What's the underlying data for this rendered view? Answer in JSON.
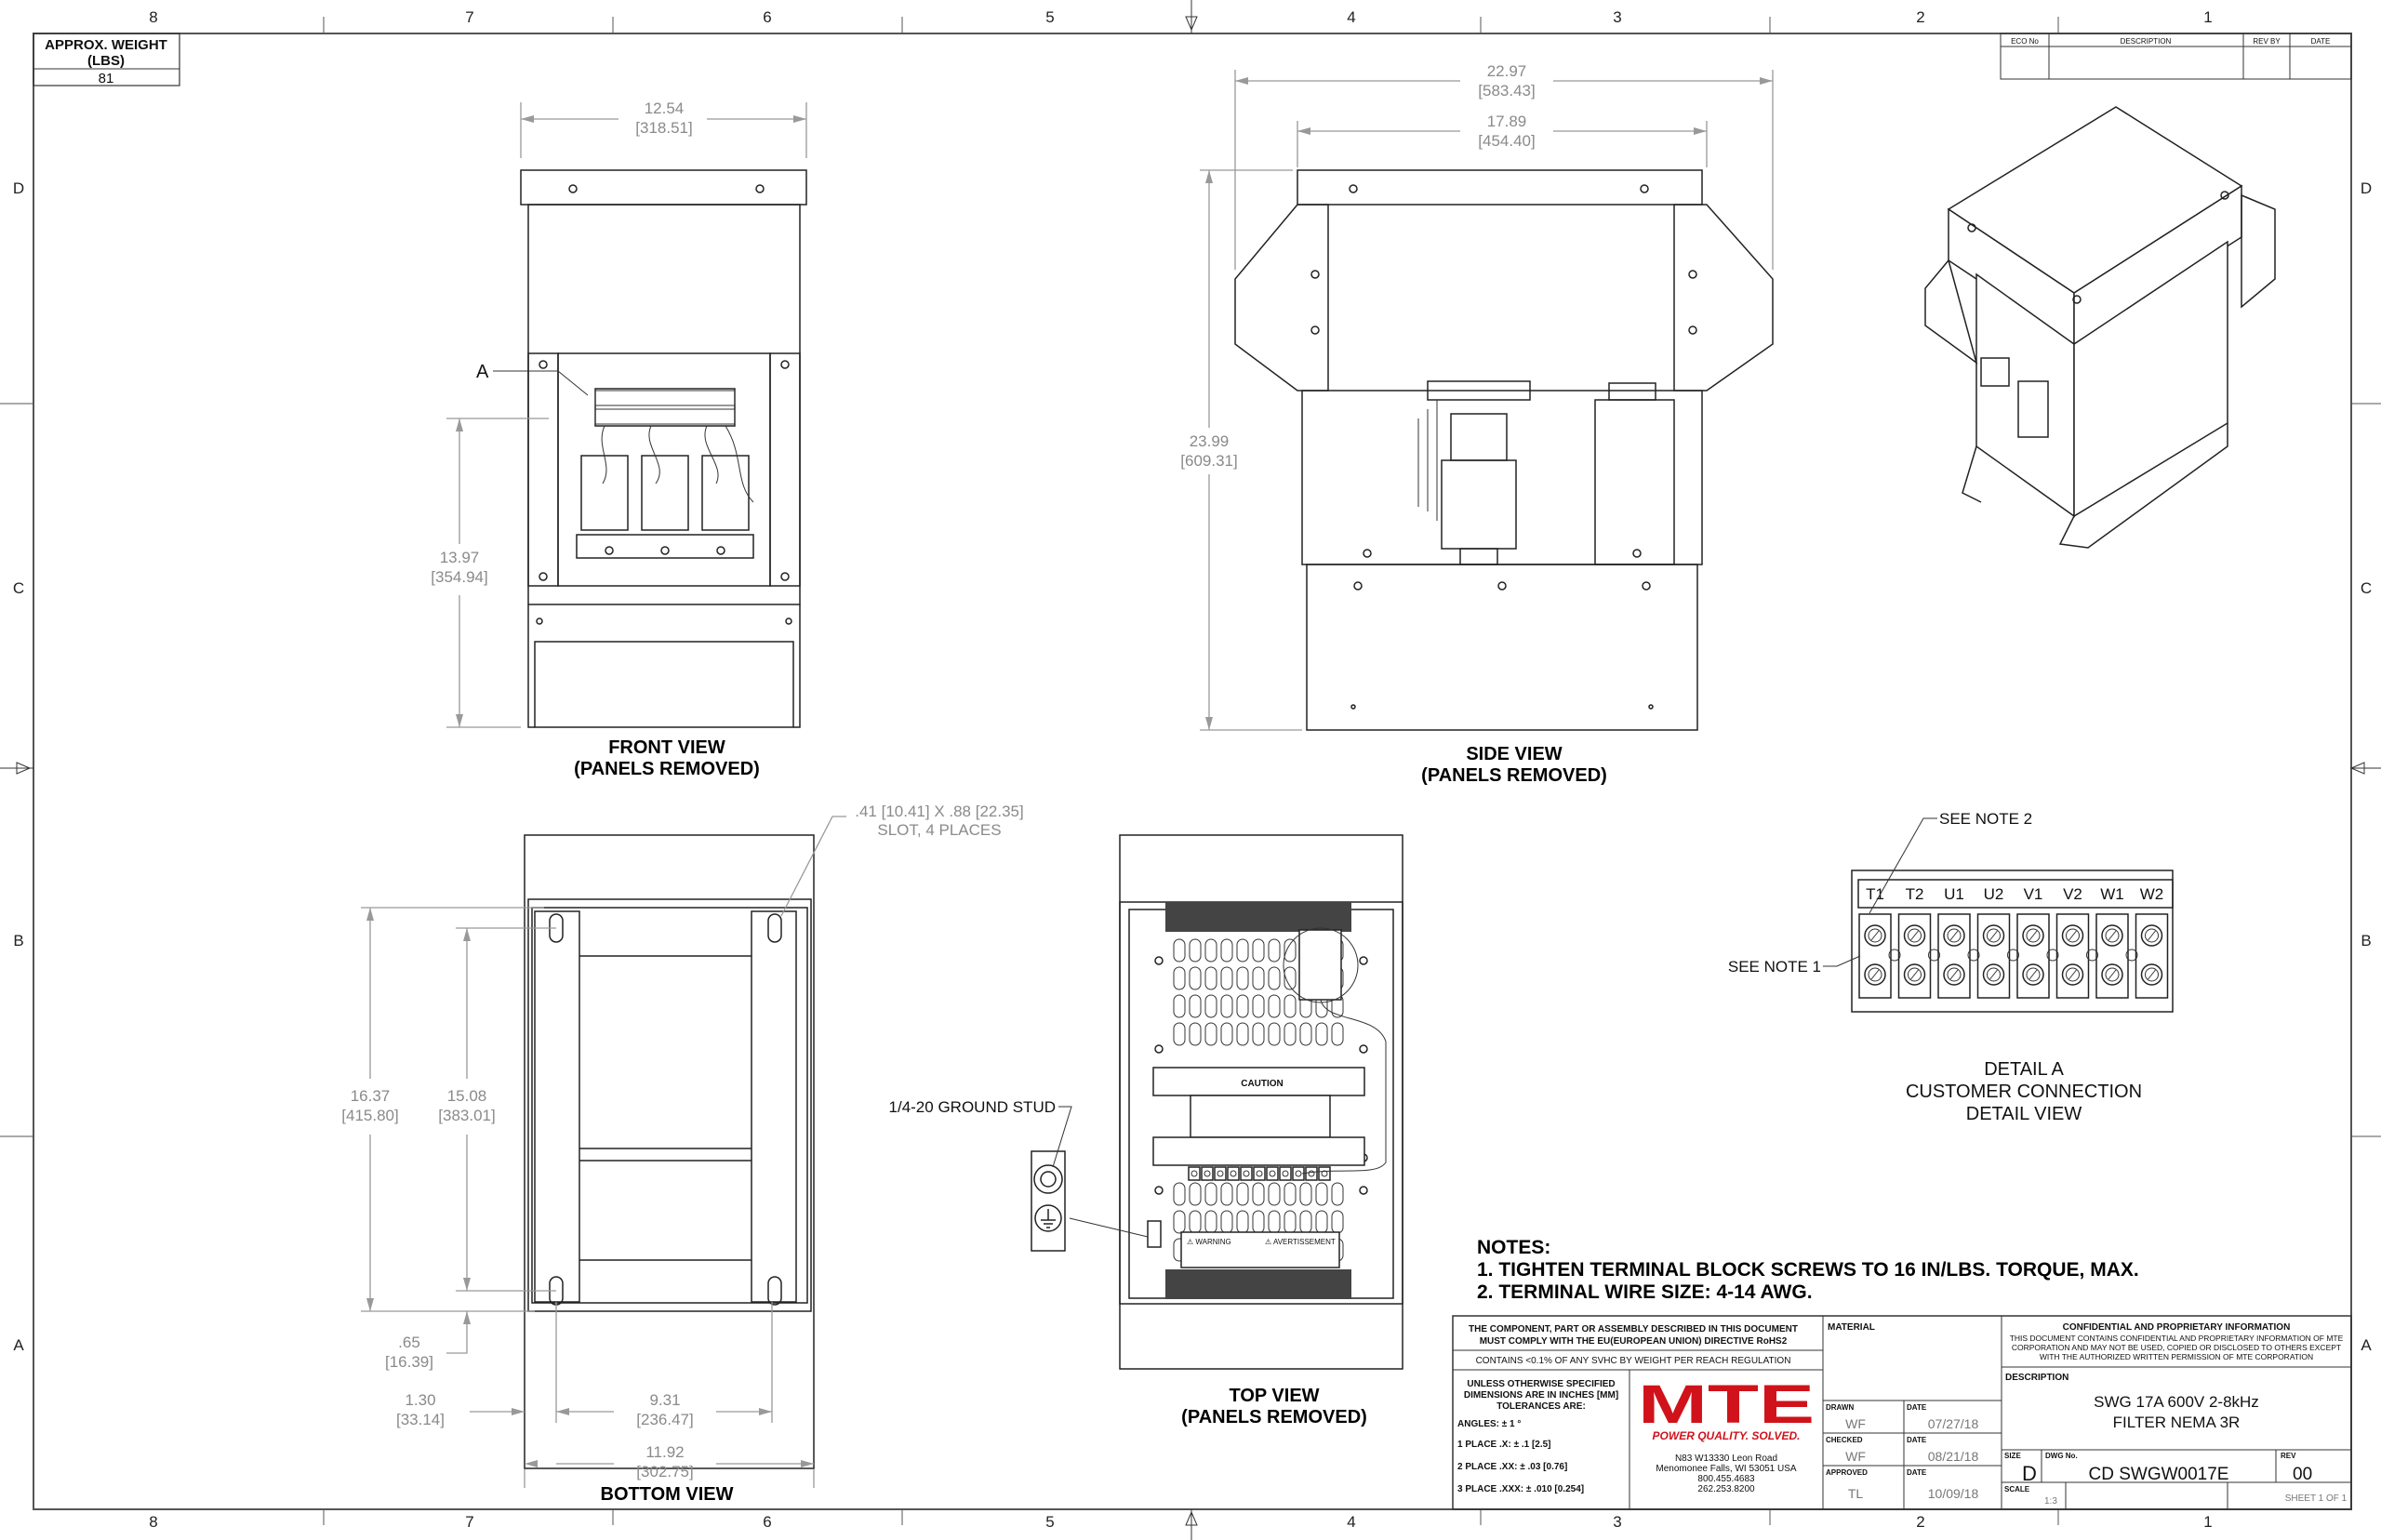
{
  "border": {
    "columns": [
      "8",
      "7",
      "6",
      "5",
      "4",
      "3",
      "2",
      "1"
    ],
    "rows": [
      "D",
      "C",
      "B",
      "A"
    ]
  },
  "weight": {
    "label": "APPROX. WEIGHT",
    "unit": "(LBS)",
    "value": "81"
  },
  "revision_table": {
    "headers": [
      "ECO No",
      "DESCRIPTION",
      "REV BY",
      "DATE"
    ]
  },
  "front_view": {
    "title": "FRONT VIEW",
    "subtitle": "(PANELS REMOVED)",
    "detail_callout": "A",
    "width_in": "12.54",
    "width_mm": "[318.51]",
    "height_in": "13.97",
    "height_mm": "[354.94]"
  },
  "side_view": {
    "title": "SIDE VIEW",
    "subtitle": "(PANELS REMOVED)",
    "overall_width_in": "22.97",
    "overall_width_mm": "[583.43]",
    "inner_width_in": "17.89",
    "inner_width_mm": "[454.40]",
    "height_in": "23.99",
    "height_mm": "[609.31]"
  },
  "bottom_view": {
    "title": "BOTTOM VIEW",
    "slot_note_line1": ".41 [10.41] X .88 [22.35]",
    "slot_note_line2": "SLOT, 4 PLACES",
    "depth_in": "16.37",
    "depth_mm": "[415.80]",
    "slot_pitch_in": "15.08",
    "slot_pitch_mm": "[383.01]",
    "offset_y_in": ".65",
    "offset_y_mm": "[16.39]",
    "offset_x_in": "1.30",
    "offset_x_mm": "[33.14]",
    "slot_span_in": "9.31",
    "slot_span_mm": "[236.47]",
    "width_in": "11.92",
    "width_mm": "[302.75]"
  },
  "top_view": {
    "title": "TOP VIEW",
    "subtitle": "(PANELS REMOVED)",
    "ground_stud_label": "1/4-20 GROUND STUD",
    "caution_label": "CAUTION",
    "warning_label": "⚠ WARNING",
    "avertissement_label": "⚠ AVERTISSEMENT"
  },
  "detail_a": {
    "title": "DETAIL A",
    "subtitle1": "CUSTOMER CONNECTION",
    "subtitle2": "DETAIL VIEW",
    "see_note_1": "SEE NOTE 1",
    "see_note_2": "SEE NOTE 2",
    "terminals": [
      "T1",
      "T2",
      "U1",
      "U2",
      "V1",
      "V2",
      "W1",
      "W2"
    ]
  },
  "notes": {
    "heading": "NOTES:",
    "items": [
      "1.  TIGHTEN TERMINAL BLOCK SCREWS TO 16 IN/LBS. TORQUE, MAX.",
      "2.  TERMINAL WIRE SIZE: 4-14 AWG."
    ]
  },
  "title_block": {
    "rohs_line1": "THE COMPONENT, PART OR ASSEMBLY DESCRIBED IN THIS DOCUMENT",
    "rohs_line2": "MUST COMPLY WITH THE EU(EUROPEAN UNION) DIRECTIVE RoHS2",
    "reach": "CONTAINS <0.1% OF ANY SVHC BY WEIGHT PER REACH REGULATION",
    "tol_line1": "UNLESS OTHERWISE SPECIFIED",
    "tol_line2": "DIMENSIONS ARE IN INCHES [MM]",
    "tol_line3": "TOLERANCES ARE:",
    "angles": "ANGLES: ± 1 °",
    "one_place": "1 PLACE .X: ± .1 [2.5]",
    "two_place": "2 PLACE .XX: ± .03 [0.76]",
    "three_place": "3 PLACE .XXX: ± .010 [0.254]",
    "logo_text": "MTE",
    "tagline": "POWER QUALITY. SOLVED.",
    "address1": "N83 W13330 Leon Road",
    "address2": "Menomonee Falls, WI 53051 USA",
    "phone1": "800.455.4683",
    "phone2": "262.253.8200",
    "material_label": "MATERIAL",
    "drawn_label": "DRAWN",
    "drawn_by": "WF",
    "drawn_date": "07/27/18",
    "checked_label": "CHECKED",
    "checked_by": "WF",
    "checked_date": "08/21/18",
    "approved_label": "APPROVED",
    "approved_by": "TL",
    "approved_date": "10/09/18",
    "date_label": "DATE",
    "conf_title": "CONFIDENTIAL AND PROPRIETARY INFORMATION",
    "conf_line1": "THIS DOCUMENT CONTAINS CONFIDENTIAL AND PROPRIETARY INFORMATION OF MTE",
    "conf_line2": "CORPORATION AND MAY NOT BE USED, COPIED OR DISCLOSED TO OTHERS EXCEPT",
    "conf_line3": "WITH THE AUTHORIZED WRITTEN PERMISSION OF MTE CORPORATION",
    "description_label": "DESCRIPTION",
    "description_line1": "SWG 17A 600V 2-8kHz",
    "description_line2": "FILTER NEMA 3R",
    "size_label": "SIZE",
    "size": "D",
    "dwg_label": "DWG No.",
    "dwg_no": "CD SWGW0017E",
    "rev_label": "REV",
    "rev": "00",
    "scale_label": "SCALE",
    "scale": "1:3",
    "sheet": "SHEET 1  OF 1"
  },
  "colors": {
    "brand_red": "#d0121b",
    "dimension_gray": "#8a8a8a"
  }
}
